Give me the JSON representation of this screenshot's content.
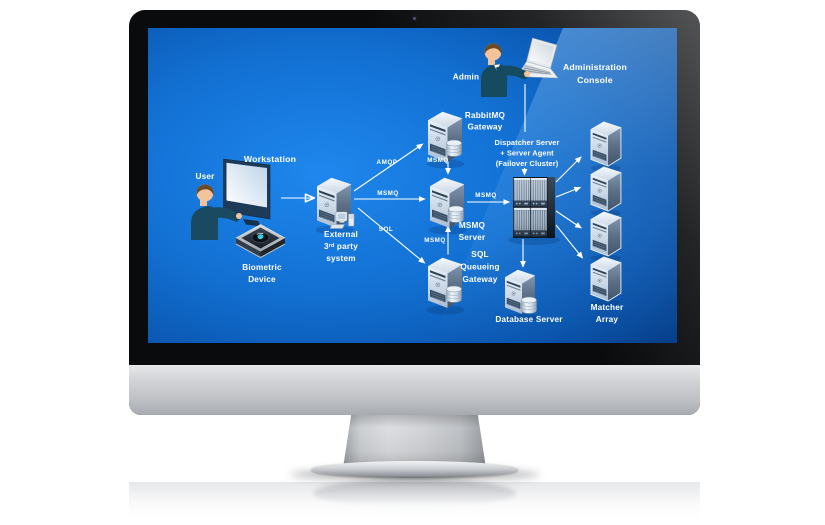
{
  "device": {
    "kind": "desktop-monitor-mockup",
    "webcam": "camera-dot"
  },
  "diagram": {
    "nodes": {
      "user": {
        "label": "User"
      },
      "workstation": {
        "label": "Workstation"
      },
      "biometric_device": {
        "label_lines": [
          "Biometric",
          "Device"
        ]
      },
      "external_system": {
        "label_lines": [
          "External",
          "3ʳᵈ party",
          "system"
        ]
      },
      "rabbitmq_gateway": {
        "label_lines": [
          "RabbitMQ",
          "Gateway"
        ]
      },
      "msmq_server": {
        "label_lines": [
          "MSMQ",
          "Server"
        ]
      },
      "sql_queueing_gateway": {
        "label_lines": [
          "SQL",
          "Queueing",
          "Gateway"
        ]
      },
      "dispatcher_cluster": {
        "label_lines": [
          "Dispatcher Server",
          "+ Server Agent",
          "(Failover Cluster)"
        ]
      },
      "database_server": {
        "label": "Database Server"
      },
      "matcher_array": {
        "label_lines": [
          "Matcher",
          "Array"
        ]
      },
      "admin": {
        "label": "Admin"
      },
      "administration_console": {
        "label_lines": [
          "Administration",
          "Console"
        ]
      }
    },
    "edges": {
      "external_to_rabbitmq": {
        "label": "AMQP"
      },
      "external_to_msmq": {
        "label": "MSMQ"
      },
      "external_to_sql_gateway": {
        "label": "SQL"
      },
      "rabbitmq_to_msmq": {
        "label": "MSMQ"
      },
      "sql_gateway_to_msmq": {
        "label": "MSMQ"
      },
      "msmq_to_dispatcher": {
        "label": "MSMQ"
      }
    },
    "colors": {
      "screen_blue_center": "#1f87ee",
      "screen_blue_edge": "#063f8a",
      "glare": "#9ed2ff",
      "label_text": "#ffffff",
      "arrow": "#ffffff"
    }
  }
}
